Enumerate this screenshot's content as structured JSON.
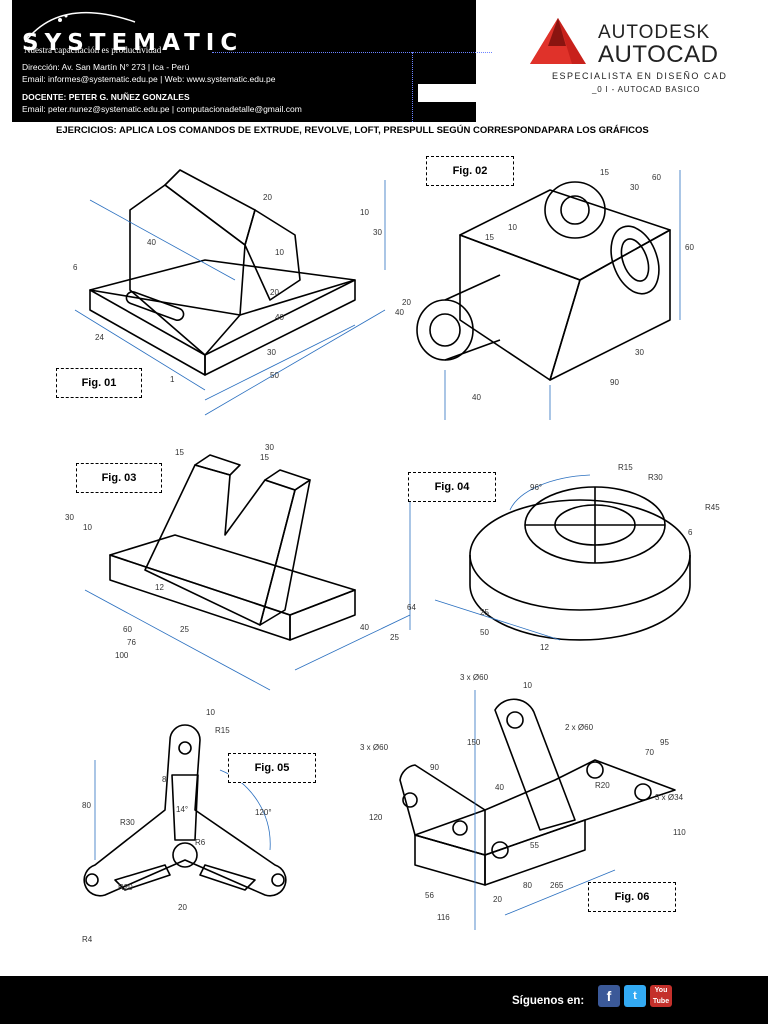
{
  "header": {
    "company": "SYSTEMATIC",
    "slogan": "Nuestra capacitación es productividad",
    "address": "Dirección: Av. San Martín N° 273 | Ica - Perú",
    "email_web": "Email: informes@systematic.edu.pe | Web: www.systematic.edu.pe",
    "teacher": "DOCENTE: PETER G. NUÑEZ GONZALES",
    "teacher_email": "Email: peter.nunez@systematic.edu.pe | computacionadetalle@gmail.com"
  },
  "brand": {
    "name_line1": "AUTODESK",
    "name_line2": "AUTOCAD",
    "tagline": "ESPECIALISTA EN DISEÑO CAD",
    "course": "_0 I - AUTOCAD BASICO"
  },
  "instructions": "EJERCICIOS: APLICA LOS COMANDOS DE EXTRUDE, REVOLVE, LOFT, PRESPULL SEGÚN CORRESPONDAPARA LOS GRÁFICOS",
  "figures": {
    "fig01": "Fig. 01",
    "fig02": "Fig. 02",
    "fig03": "Fig. 03",
    "fig04": "Fig. 04",
    "fig05": "Fig. 05",
    "fig06": "Fig. 06"
  },
  "dimensions": {
    "fig01": [
      "20",
      "10",
      "30",
      "10",
      "40",
      "6",
      "20",
      "40",
      "24",
      "30",
      "50",
      "1"
    ],
    "fig02": [
      "15",
      "30",
      "60",
      "15",
      "10",
      "40",
      "20",
      "40",
      "30",
      "90",
      "40",
      "60"
    ],
    "fig03": [
      "30",
      "15",
      "15",
      "30",
      "10",
      "100",
      "76",
      "60",
      "25",
      "64",
      "40",
      "25",
      "12"
    ],
    "fig04": [
      "96°",
      "R15",
      "R30",
      "R45",
      "6",
      "25",
      "50",
      "12"
    ],
    "fig05": [
      "10",
      "R15",
      "8",
      "14°",
      "80",
      "R30",
      "120°",
      "R6",
      "R20",
      "20",
      "R4"
    ],
    "fig06": [
      "3 x Ø60",
      "10",
      "2 x Ø60",
      "150",
      "40",
      "70",
      "95",
      "3 x Ø60",
      "90",
      "R20",
      "3 x Ø34",
      "120",
      "55",
      "110",
      "56",
      "116",
      "265",
      "80",
      "20"
    ]
  },
  "footer": {
    "follow_text": "Síguenos en:",
    "icons": [
      "facebook-icon",
      "twitter-icon",
      "youtube-icon"
    ]
  }
}
